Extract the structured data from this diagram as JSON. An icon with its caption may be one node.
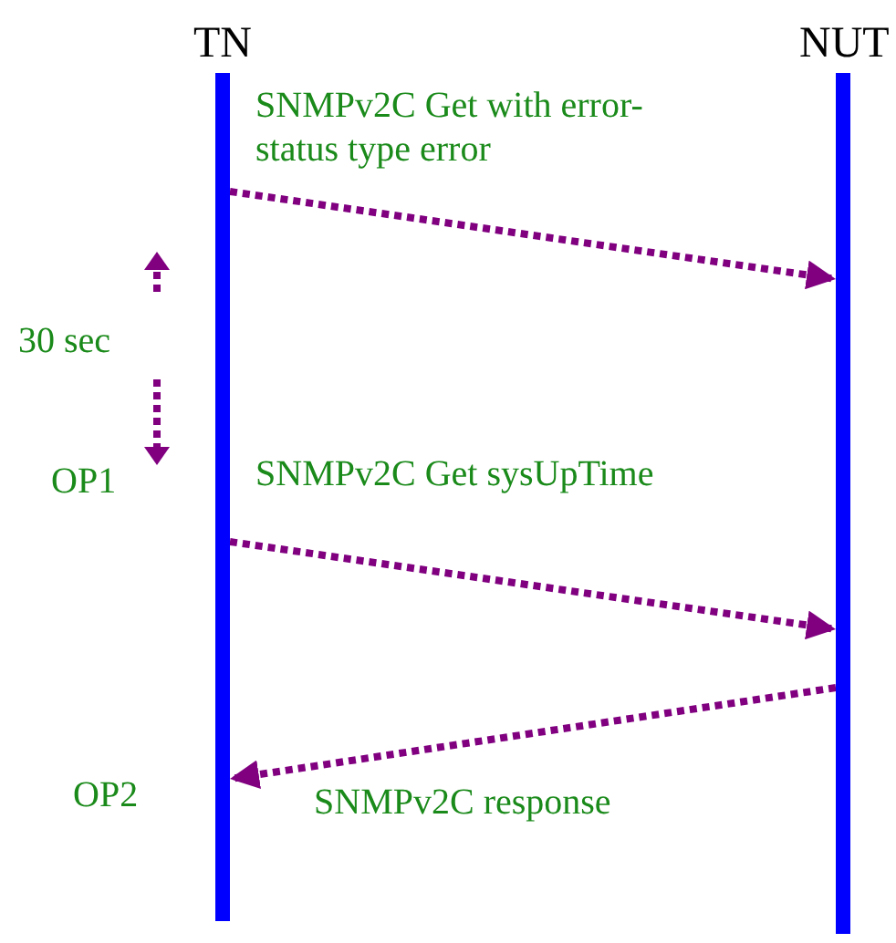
{
  "diagram": {
    "nodes": [
      {
        "text": [
          "TN"
        ]
      },
      {
        "text": [
          "NUT"
        ]
      }
    ],
    "edges": [
      {
        "from": 0,
        "to": 1,
        "arrow": "to",
        "label": "SNMPv2C Get with error-status type error",
        "style": "dashed",
        "color": "#800080"
      },
      {
        "from": 0,
        "to": 1,
        "arrow": "to",
        "label": "SNMPv2C Get sysUpTime",
        "style": "dashed",
        "color": "#800080"
      },
      {
        "from": 1,
        "to": 0,
        "arrow": "to",
        "label": "SNMPv2C response",
        "style": "dashed",
        "color": "#800080"
      }
    ],
    "labels": [
      "30 sec",
      "OP1",
      "OP2"
    ]
  }
}
